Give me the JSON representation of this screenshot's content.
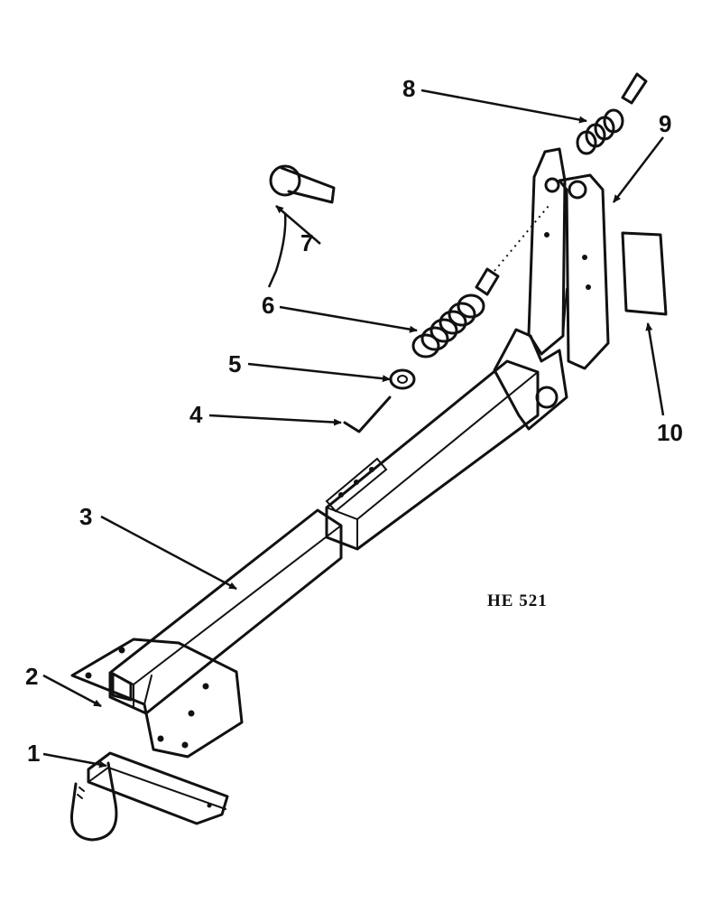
{
  "diagram": {
    "reference_code": "HE 521",
    "callouts": [
      {
        "id": "1",
        "label": "1"
      },
      {
        "id": "2",
        "label": "2"
      },
      {
        "id": "3",
        "label": "3"
      },
      {
        "id": "4",
        "label": "4"
      },
      {
        "id": "5",
        "label": "5"
      },
      {
        "id": "6",
        "label": "6"
      },
      {
        "id": "7",
        "label": "7"
      },
      {
        "id": "8",
        "label": "8"
      },
      {
        "id": "9",
        "label": "9"
      },
      {
        "id": "10",
        "label": "10"
      }
    ],
    "colors": {
      "ink": "#111111",
      "paper": "#ffffff"
    }
  }
}
